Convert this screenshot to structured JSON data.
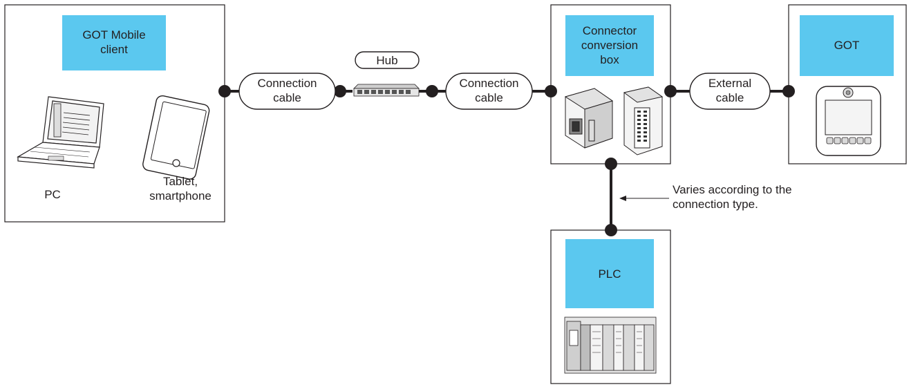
{
  "client": {
    "title_lines": [
      "GOT Mobile",
      "client"
    ],
    "pc_label": "PC",
    "tablet_label_lines": [
      "Tablet,",
      "smartphone"
    ]
  },
  "cables": {
    "left_lines": [
      "Connection",
      "cable"
    ],
    "right_lines": [
      "Connection",
      "cable"
    ],
    "external_lines": [
      "External",
      "cable"
    ]
  },
  "hub": {
    "label": "Hub"
  },
  "converter": {
    "title_lines": [
      "Connector",
      "conversion",
      "box"
    ]
  },
  "got": {
    "title": "GOT"
  },
  "plc": {
    "title": "PLC"
  },
  "note": {
    "lines": [
      "Varies according to the",
      "connection type."
    ]
  },
  "colors": {
    "title_fill": "#5bc8ef",
    "line": "#231f20",
    "device_fill": "#d9d9d9"
  }
}
